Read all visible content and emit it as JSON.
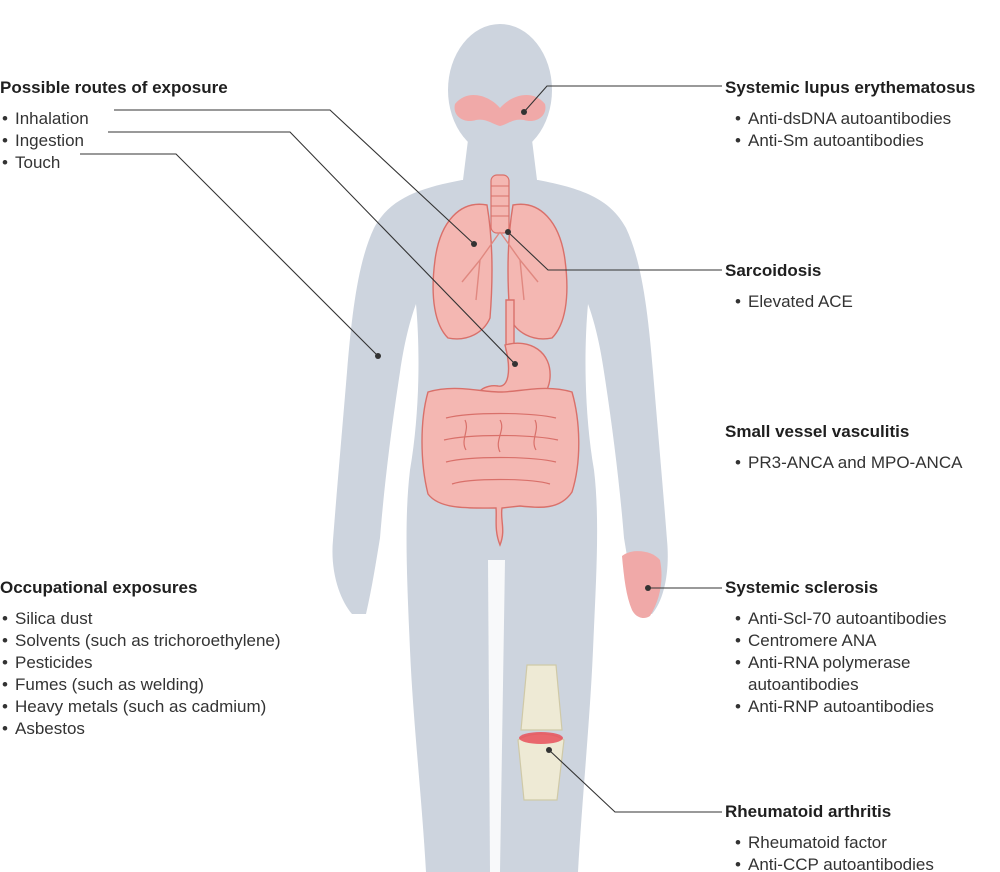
{
  "routes": {
    "title": "Possible routes of exposure",
    "items": [
      "Inhalation",
      "Ingestion",
      "Touch"
    ]
  },
  "occupational": {
    "title": "Occupational exposures",
    "items": [
      "Silica dust",
      "Solvents (such as trichoroethylene)",
      "Pesticides",
      "Fumes (such as welding)",
      "Heavy metals (such as cadmium)",
      "Asbestos"
    ]
  },
  "sle": {
    "title": "Systemic lupus erythematosus",
    "items": [
      "Anti-dsDNA autoantibodies",
      "Anti-Sm autoantibodies"
    ]
  },
  "sarcoidosis": {
    "title": "Sarcoidosis",
    "items": [
      "Elevated ACE"
    ]
  },
  "vasculitis": {
    "title": "Small vessel vasculitis",
    "items": [
      "PR3-ANCA and MPO-ANCA"
    ]
  },
  "sclerosis": {
    "title": "Systemic sclerosis",
    "items": [
      "Anti-Scl-70 autoantibodies",
      "Centromere ANA",
      "Anti-RNA polymerase autoantibodies",
      "Anti-RNP autoantibodies"
    ]
  },
  "ra": {
    "title": "Rheumatoid arthritis",
    "items": [
      "Rheumatoid factor",
      "Anti-CCP autoantibodies"
    ]
  },
  "colors": {
    "body": "#cdd4de",
    "organ_fill": "#f4b7b2",
    "organ_stroke": "#d9706a",
    "highlight": "#e8505b",
    "leader": "#333333",
    "bone": "#eeead5"
  }
}
